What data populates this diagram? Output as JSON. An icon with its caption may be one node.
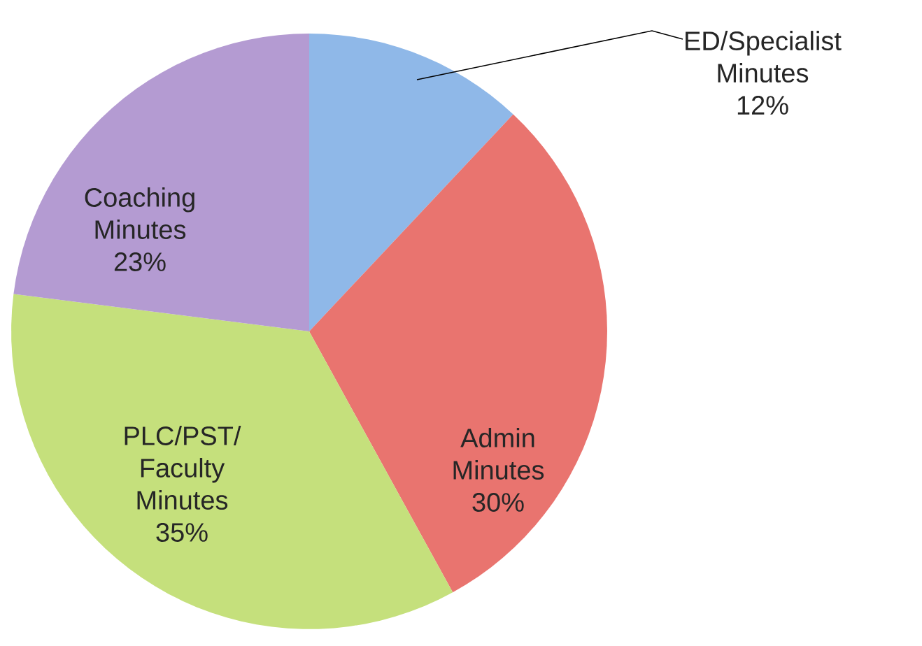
{
  "diagram": {
    "chart_data": {
      "type": "pie",
      "categories": [
        "ED/Specialist Minutes",
        "Admin Minutes",
        "PLC/PST/ Faculty Minutes",
        "Coaching Minutes"
      ],
      "values": [
        12,
        30,
        35,
        23
      ],
      "colors": [
        "#8fb8e8",
        "#e9746f",
        "#c5e07c",
        "#b49bd2"
      ],
      "value_labels": [
        "12%",
        "30%",
        "35%",
        "23%"
      ]
    }
  }
}
